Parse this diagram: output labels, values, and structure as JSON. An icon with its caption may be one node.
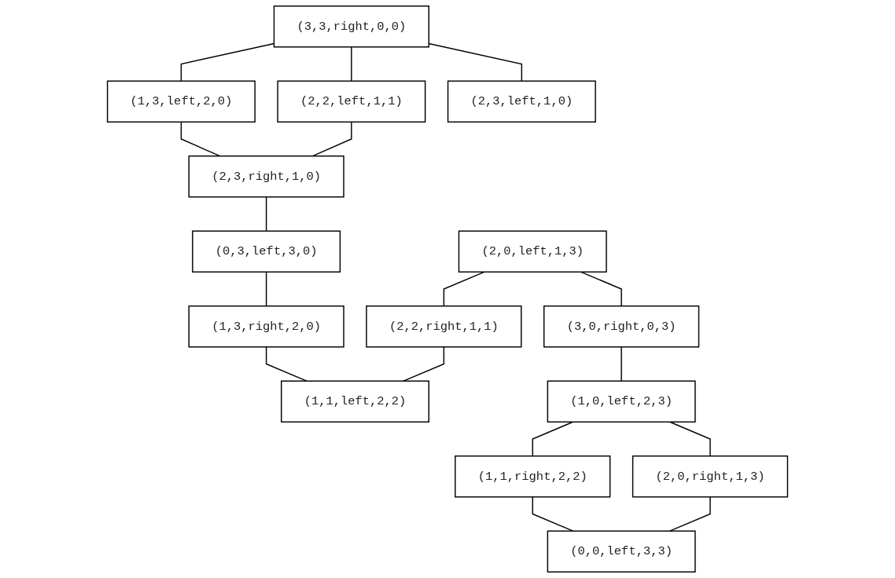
{
  "diagram": {
    "nodes": [
      {
        "text": [
          "(3,3,right,0,0)"
        ]
      },
      {
        "text": [
          "(1,3,left,2,0)"
        ]
      },
      {
        "text": [
          "(2,2,left,1,1)"
        ]
      },
      {
        "text": [
          "(2,3,left,1,0)"
        ]
      },
      {
        "text": [
          "(2,3,right,1,0)"
        ]
      },
      {
        "text": [
          "(0,3,left,3,0)"
        ]
      },
      {
        "text": [
          "(1,3,right,2,0)"
        ]
      },
      {
        "text": [
          "(2,0,left,1,3)"
        ]
      },
      {
        "text": [
          "(2,2,right,1,1)"
        ]
      },
      {
        "text": [
          "(1,1,left,2,2)"
        ]
      },
      {
        "text": [
          "(3,0,right,0,3)"
        ]
      },
      {
        "text": [
          "(1,0,left,2,3)"
        ]
      },
      {
        "text": [
          "(1,1,right,2,2)"
        ]
      },
      {
        "text": [
          "(2,0,right,1,3)"
        ]
      },
      {
        "text": [
          "(0,0,left,3,3)"
        ]
      }
    ],
    "edges": [
      {
        "from": 0,
        "to": 1,
        "arrow": "none"
      },
      {
        "from": 0,
        "to": 2,
        "arrow": "none"
      },
      {
        "from": 0,
        "to": 3,
        "arrow": "none"
      },
      {
        "from": 1,
        "to": 4,
        "arrow": "none"
      },
      {
        "from": 2,
        "to": 4,
        "arrow": "none"
      },
      {
        "from": 4,
        "to": 5,
        "arrow": "none"
      },
      {
        "from": 5,
        "to": 6,
        "arrow": "none"
      },
      {
        "from": 6,
        "to": 9,
        "arrow": "none"
      },
      {
        "from": 7,
        "to": 8,
        "arrow": "none"
      },
      {
        "from": 8,
        "to": 9,
        "arrow": "none"
      },
      {
        "from": 7,
        "to": 10,
        "arrow": "none"
      },
      {
        "from": 10,
        "to": 11,
        "arrow": "none"
      },
      {
        "from": 11,
        "to": 12,
        "arrow": "none"
      },
      {
        "from": 11,
        "to": 13,
        "arrow": "none"
      },
      {
        "from": 12,
        "to": 14,
        "arrow": "none"
      },
      {
        "from": 13,
        "to": 14,
        "arrow": "none"
      }
    ]
  }
}
